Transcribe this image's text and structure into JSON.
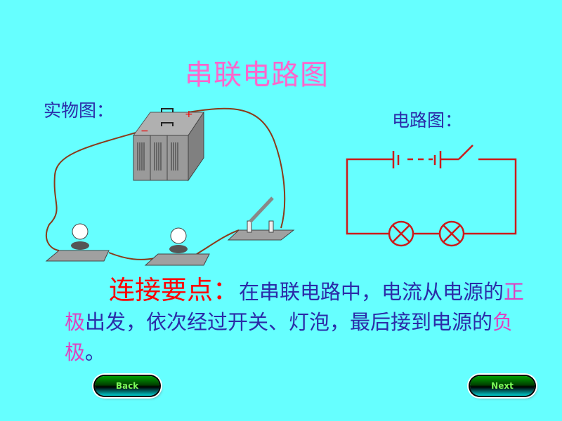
{
  "title": "串联电路图",
  "physical_label": "实物图：",
  "circuit_label": "电路图：",
  "body": {
    "key": "连接要点：",
    "p1": "在串联电路中，电流从电源的",
    "pos": "正极",
    "p2": "出发，依次经过开关、灯泡，最后接到电源的",
    "neg": "负极",
    "p3": "。"
  },
  "nav": {
    "back": "Back",
    "next": "Next"
  },
  "battery": {
    "minus": "−",
    "plus": "+"
  }
}
